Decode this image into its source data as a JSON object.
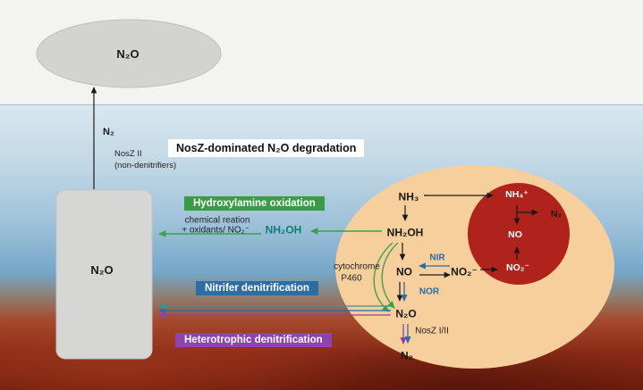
{
  "title": "NosZ-dominated N₂O degradation",
  "atmosphere": {
    "n2o": "N₂O"
  },
  "reservoir": {
    "n2o": "N₂O"
  },
  "efflux": {
    "n2": "N₂",
    "enzyme": "NosZ II",
    "enzyme_note": "(non-denitrifiers)"
  },
  "process_labels": {
    "hydroxylamine": "Hydroxylamine oxidation",
    "nitrifier": "Nitrifer denitrification",
    "heterotrophic": "Heterotrophic denitrification"
  },
  "chemical_note": {
    "line1": "chemical reation",
    "line2": "+ oxidants/ NO₂⁻"
  },
  "external": {
    "nh2oh": "NH₂OH"
  },
  "cell": {
    "nh3": "NH₃",
    "nh2oh": "NH₂OH",
    "no": "NO",
    "n2o": "N₂O",
    "n2": "N₂",
    "no2": "NO₂⁻",
    "cytochrome_line1": "cytochrome",
    "cytochrome_line2": "P460",
    "nir": "NIR",
    "nor": "NOR",
    "nosz": "NosZ I/II"
  },
  "anammox": {
    "nh4": "NH₄⁺",
    "no": "NO",
    "no2": "NO₂⁻",
    "n2": "N₂"
  },
  "colors": {
    "process_green": "#3b9a47",
    "process_blue": "#2e6da4",
    "process_purple": "#8e44ad",
    "arrow_green": "#3fa04a",
    "arrow_blue": "#2a6ca6",
    "arrow_purple": "#8d3fb5",
    "arrow_teal": "#2a9d8f",
    "nh2oh_text": "#0e7f72",
    "cell_fill": "#f7cf9d",
    "anammox_fill": "#b0231c",
    "gray_fill": "#d5d5d3"
  }
}
